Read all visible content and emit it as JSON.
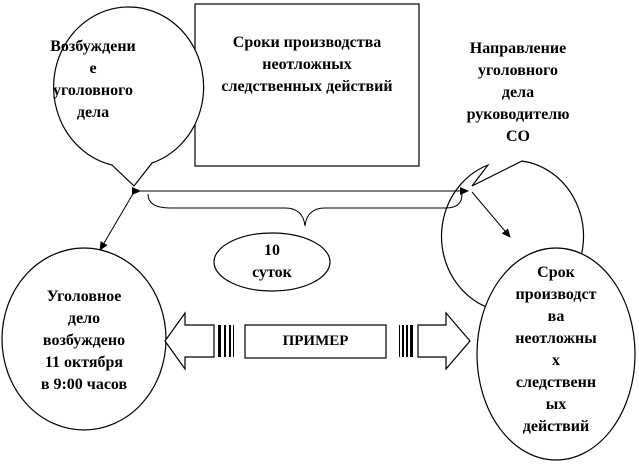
{
  "title_box": {
    "text": "Сроки производства\nнеотложных\nследственных действий"
  },
  "bubbles": {
    "initiation": "Возбуждени\nе\nуголовного\nдела",
    "referral": "Направление\nуголовного\nдела\nруководителю\nСО"
  },
  "duration": {
    "text": "10\nсуток"
  },
  "circles": {
    "case_opened": "Уголовное\nдело\nвозбуждено\n11 октября\nв 9:00 часов",
    "deadline": "Срок\nпроизводст\nва\nнеотложны\nх\nследственн\nых\nдействий"
  },
  "example": {
    "label": "ПРИМЕР"
  }
}
